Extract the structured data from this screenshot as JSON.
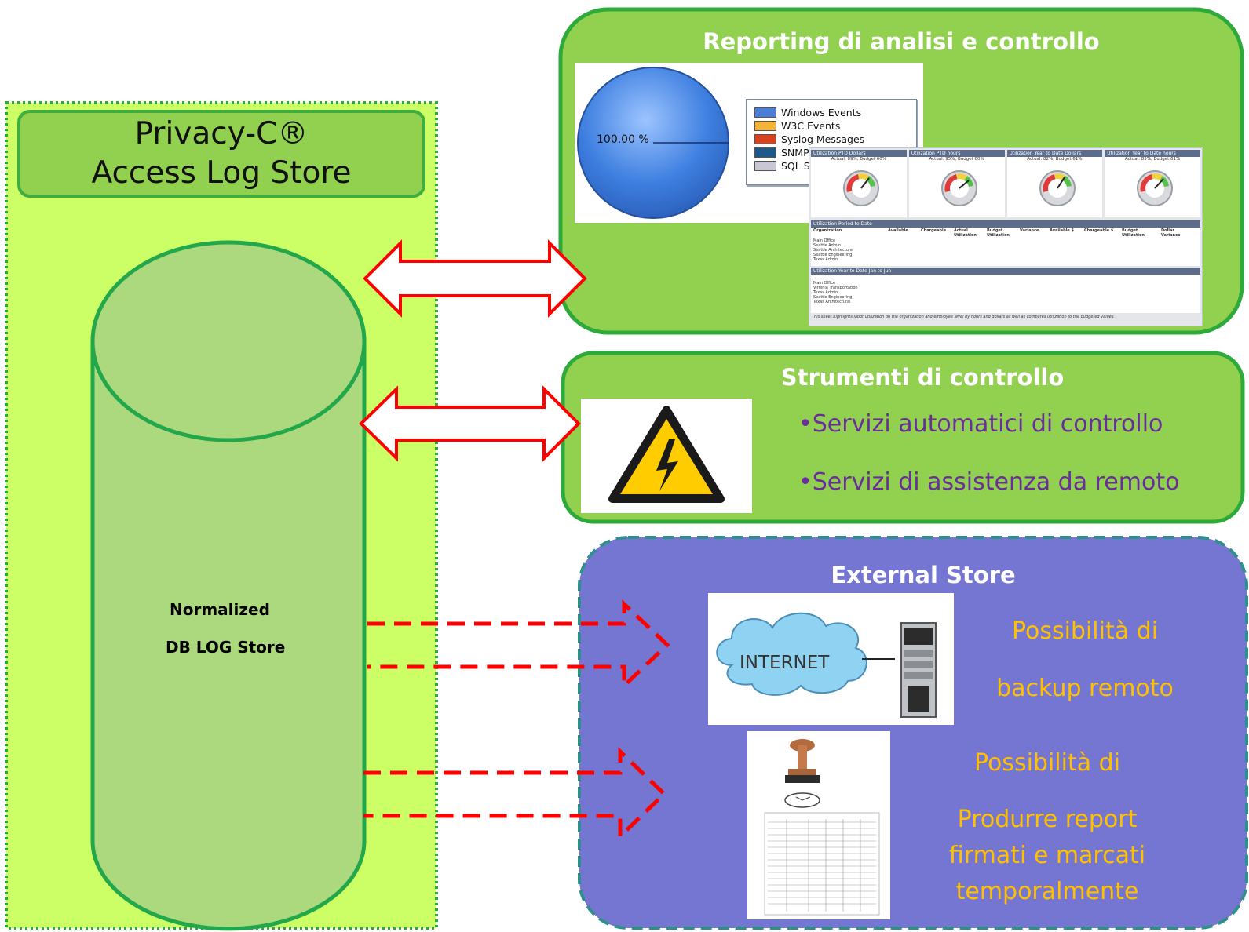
{
  "store": {
    "title_line1": "Privacy-C®",
    "title_line2": "Access Log Store",
    "db_label_line1": "Normalized",
    "db_label_line2": "DB LOG Store"
  },
  "reporting": {
    "title": "Reporting di analisi e controllo",
    "pie_label": "100.00 %",
    "legend": [
      {
        "label": "Windows Events",
        "color": "#4a7fd6"
      },
      {
        "label": "W3C Events",
        "color": "#f3b43a"
      },
      {
        "label": "Syslog Messages",
        "color": "#d8431e"
      },
      {
        "label": "SNMP",
        "color": "#1d5a8a"
      },
      {
        "label": "SQL S",
        "color": "#c8c8d4"
      }
    ],
    "gauges": [
      {
        "title": "Utilization PTD Dollars",
        "sub": "Actual: 89%, Budget 60%"
      },
      {
        "title": "Utilization PTD hours",
        "sub": "Actual: 95%, Budget 60%"
      },
      {
        "title": "Utilization Year to Date Dollars",
        "sub": "Actual: 82%, Budget 61%"
      },
      {
        "title": "Utilization Year to Date hours",
        "sub": "Actual: 85%, Budget 61%"
      }
    ],
    "table1_title": "Utilization Period to Date",
    "table2_title": "Utilization Year to Date Jan to Jun",
    "table_headers": [
      "Organization",
      "Available",
      "Chargeable",
      "Actual Utilization",
      "Budget Utilization",
      "Variance",
      "Available $",
      "Chargeable $",
      "Budget Utilization",
      "Dollar Variance"
    ],
    "table1_rows": [
      "Main Office",
      "Seattle Admin",
      "Seattle Architecture",
      "Seattle Engineering",
      "Texas Admin"
    ],
    "table2_rows": [
      "Main Office",
      "Virginia Transportation",
      "Texas Admin",
      "Seattle Engineering",
      "Texas Architectural"
    ],
    "footnote": "This sheet highlights labor utilization on the organization and employee level by hours and dollars as well as compares utilization to the budgeted values."
  },
  "control": {
    "title": "Strumenti di controllo",
    "bullet1": "•Servizi automatici di controllo",
    "bullet2": "•Servizi di assistenza da remoto"
  },
  "external": {
    "title": "External Store",
    "internet_label": "INTERNET",
    "backup_line1": "Possibilità di",
    "backup_line2": "backup remoto",
    "report_line1": "Possibilità di",
    "report_line2": "Produrre report",
    "report_line3": "firmati e marcati",
    "report_line4": "temporalmente"
  },
  "colors": {
    "left_bg": "#ccff66",
    "panel_green": "#92d050",
    "panel_border": "#2eaa3a",
    "external_bg": "#7476d2",
    "arrow_red": "#ff0000",
    "title_purple_text": "#6a2d9c",
    "external_text": "#ffc000"
  }
}
